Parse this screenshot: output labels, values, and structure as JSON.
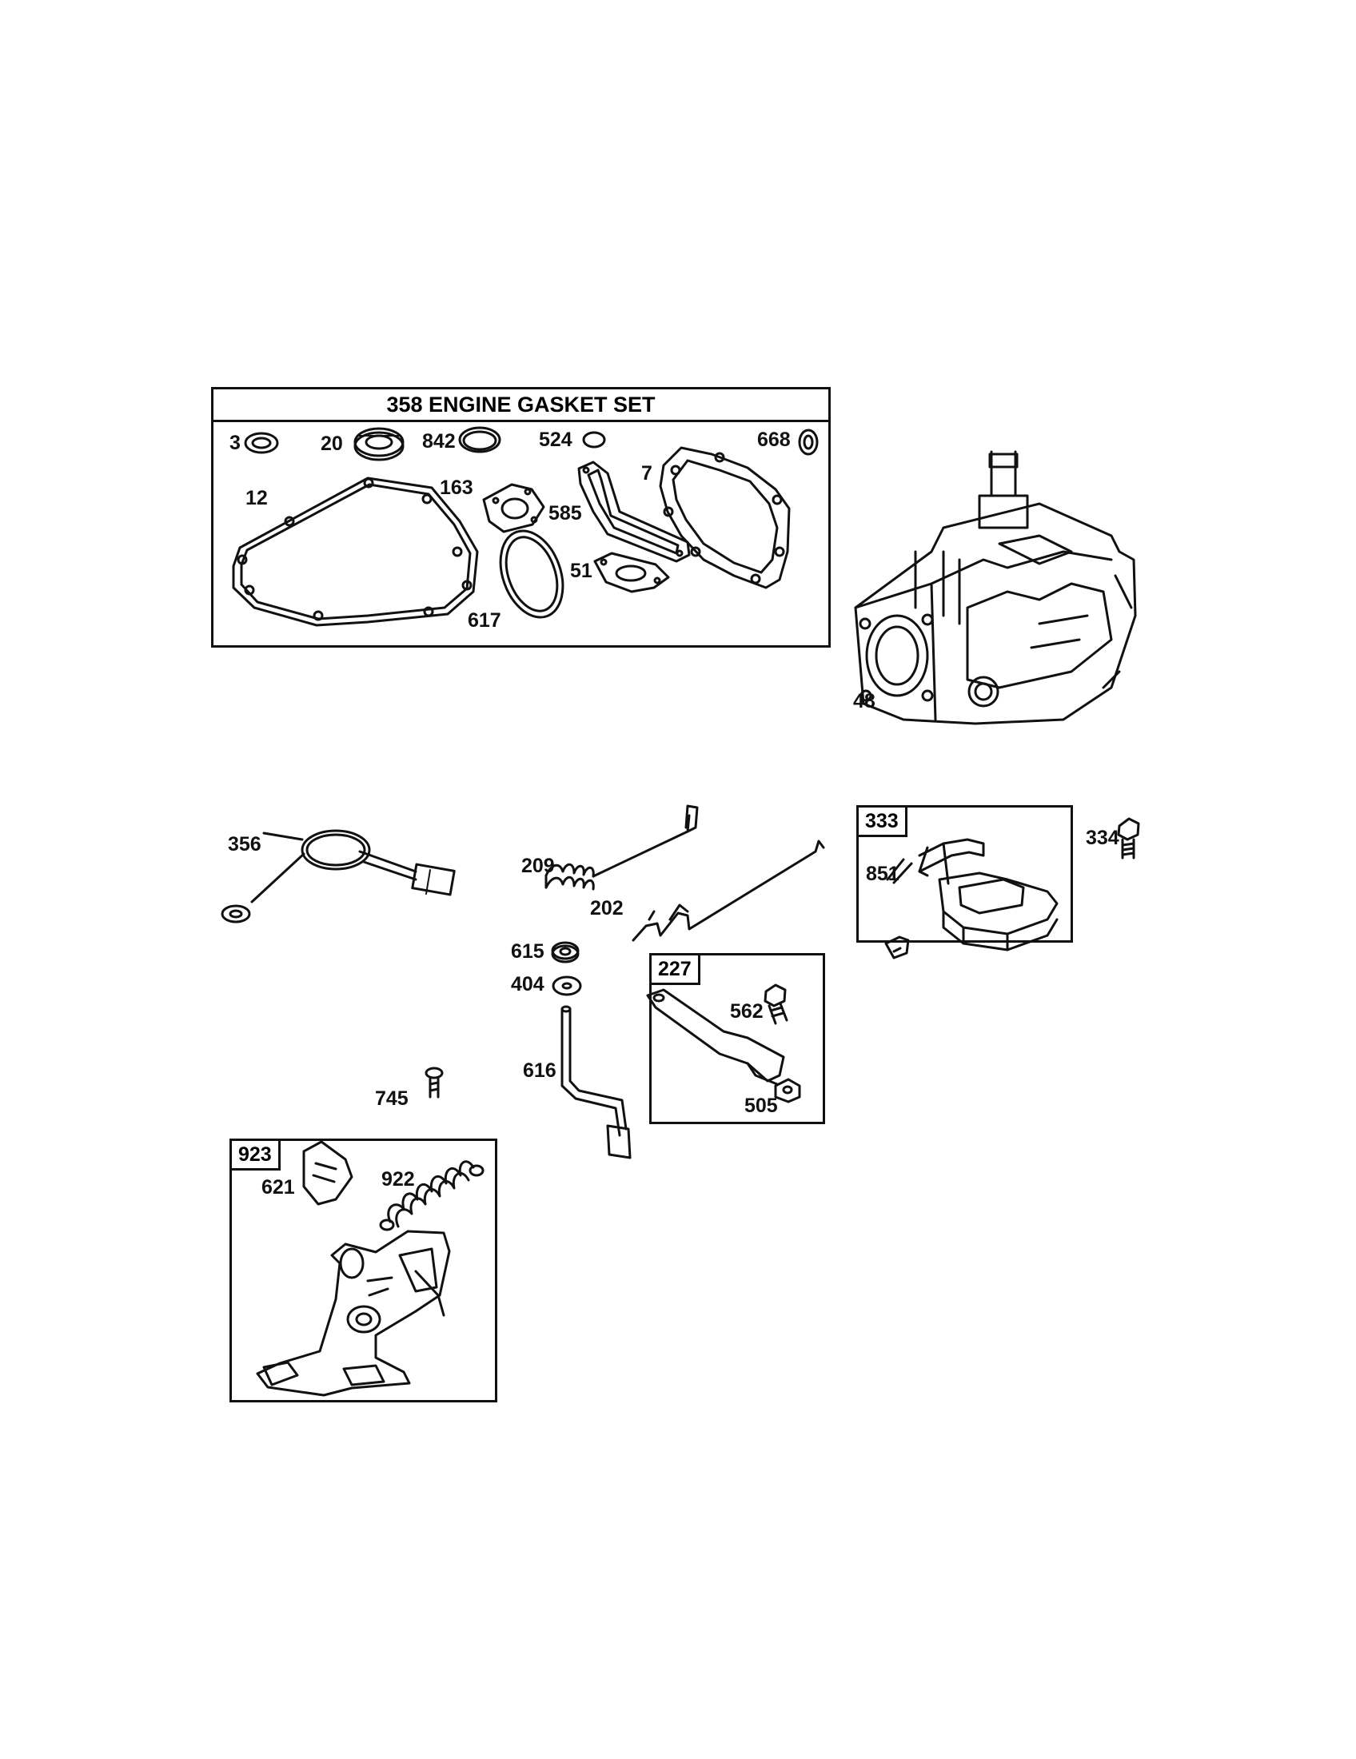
{
  "kit_358": {
    "title": "358 ENGINE GASKET SET"
  },
  "kit_333": {
    "number": "333"
  },
  "kit_227": {
    "number": "227"
  },
  "kit_923": {
    "number": "923"
  },
  "parts": {
    "p3": "3",
    "p20": "20",
    "p842": "842",
    "p524": "524",
    "p668": "668",
    "p12": "12",
    "p163": "163",
    "p7": "7",
    "p585": "585",
    "p51": "51",
    "p617": "617",
    "p48": "48",
    "p356": "356",
    "p209": "209",
    "p202": "202",
    "p615": "615",
    "p404": "404",
    "p616": "616",
    "p745": "745",
    "p851": "851",
    "p334": "334",
    "p562": "562",
    "p505": "505",
    "p621": "621",
    "p922": "922"
  }
}
